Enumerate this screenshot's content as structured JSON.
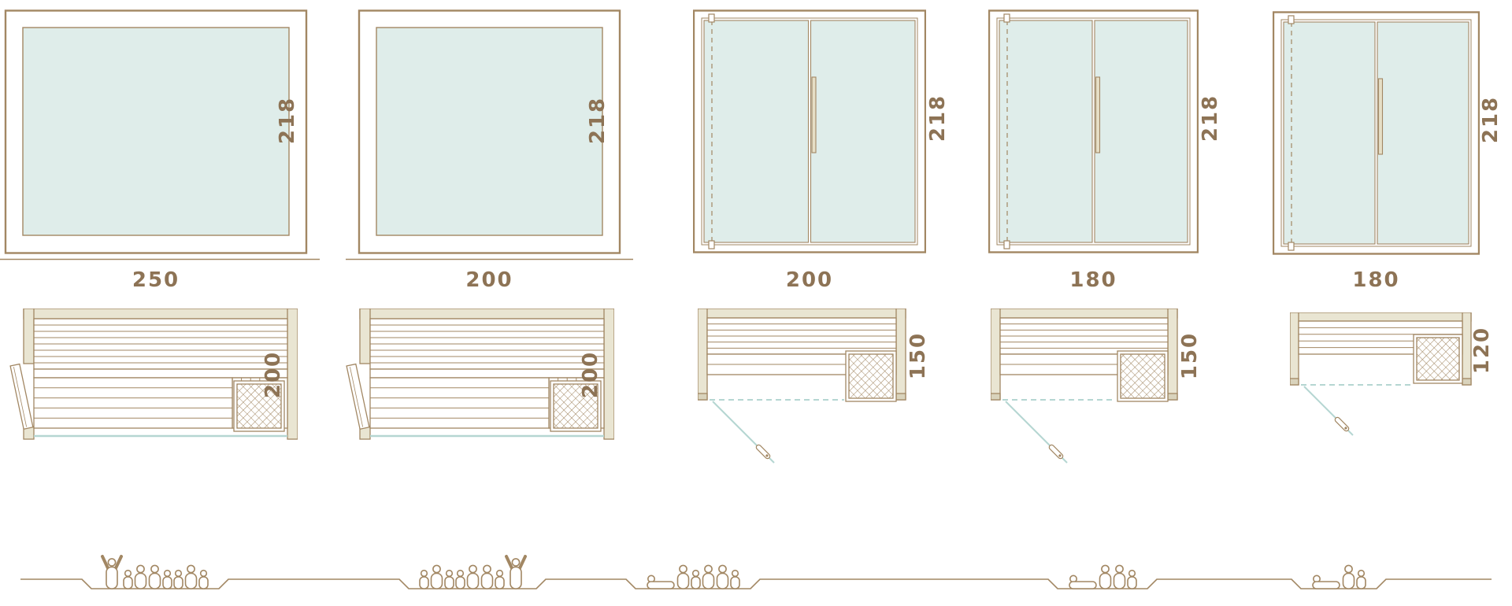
{
  "diagram_title": "sauna-size-comparison",
  "colors": {
    "line": "#a28763",
    "label": "#8d7355",
    "glass": "#dfedea",
    "wall": "#e9e5d2",
    "wall_cap": "#d9d3bc",
    "front_glass_line": "#b5d6d2",
    "handle": "#e6dfc6"
  },
  "models": [
    {
      "front_width": "250",
      "front_height": "218",
      "plan_depth": "200",
      "front_style": "fixed glass panel",
      "door": "hinged side door",
      "capacity": 8,
      "figures": [
        "arms-up",
        "child",
        "adult",
        "adult",
        "child",
        "child",
        "adult",
        "child"
      ]
    },
    {
      "front_width": "200",
      "front_height": "218",
      "plan_depth": "200",
      "front_style": "fixed glass panel",
      "door": "hinged side door",
      "capacity": 8,
      "figures": [
        "child",
        "adult",
        "child",
        "child",
        "adult",
        "adult",
        "child",
        "arms-up"
      ]
    },
    {
      "front_width": "200",
      "front_height": "218",
      "plan_depth": "150",
      "front_style": "double glass door",
      "door": "front glass door",
      "capacity": 6,
      "figures": [
        "recline",
        "adult",
        "child",
        "adult",
        "adult",
        "child"
      ]
    },
    {
      "front_width": "180",
      "front_height": "218",
      "plan_depth": "150",
      "front_style": "double glass door",
      "door": "front glass door",
      "capacity": 4,
      "figures": [
        "recline",
        "adult",
        "adult",
        "child"
      ]
    },
    {
      "front_width": "180",
      "front_height": "218",
      "plan_depth": "120",
      "front_style": "double glass door",
      "door": "front glass door",
      "capacity": 3,
      "figures": [
        "recline",
        "adult",
        "child"
      ]
    }
  ]
}
